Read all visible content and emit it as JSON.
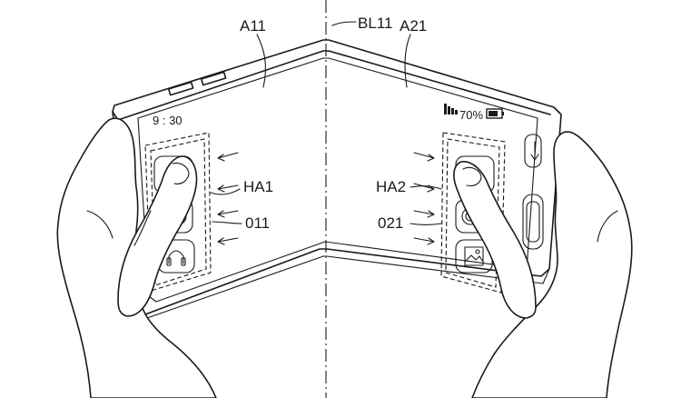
{
  "labels": {
    "area_left": "A11",
    "fold_line": "BL11",
    "area_right": "A21",
    "hold_area_left": "HA1",
    "object_left": "011",
    "hold_area_right": "HA2",
    "object_right": "021"
  },
  "status_bar": {
    "time": "9  :  30",
    "battery_percent": "70%",
    "signal_icon": "signal-bars-icon",
    "battery_icon": "battery-icon"
  },
  "icons": {
    "left_panel": [
      "app-icon-blank",
      "app-icon-circle",
      "headphones-icon"
    ],
    "right_panel": [
      "app-icon-blank",
      "app-icon-circle",
      "picture-icon"
    ],
    "side_controls": [
      "back-arrow-icon",
      "side-button"
    ]
  }
}
